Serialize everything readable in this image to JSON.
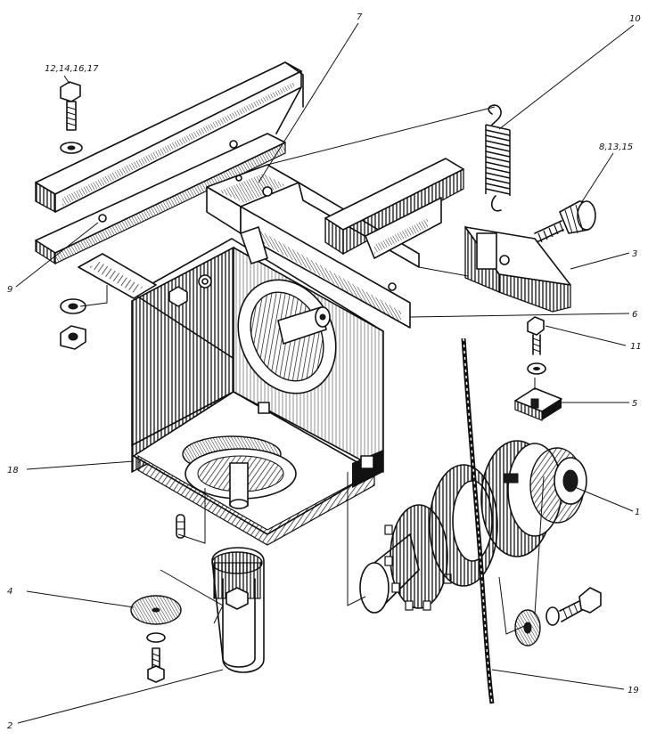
{
  "labels": {
    "l_12_14_16_17": "12,14,16,17",
    "l_7": "7",
    "l_10": "10",
    "l_8_13_15": "8,13,15",
    "l_3": "3",
    "l_9": "9",
    "l_6": "6",
    "l_11": "11",
    "l_5": "5",
    "l_18": "18",
    "l_1": "1",
    "l_4": "4",
    "l_2": "2",
    "l_19": "19"
  }
}
